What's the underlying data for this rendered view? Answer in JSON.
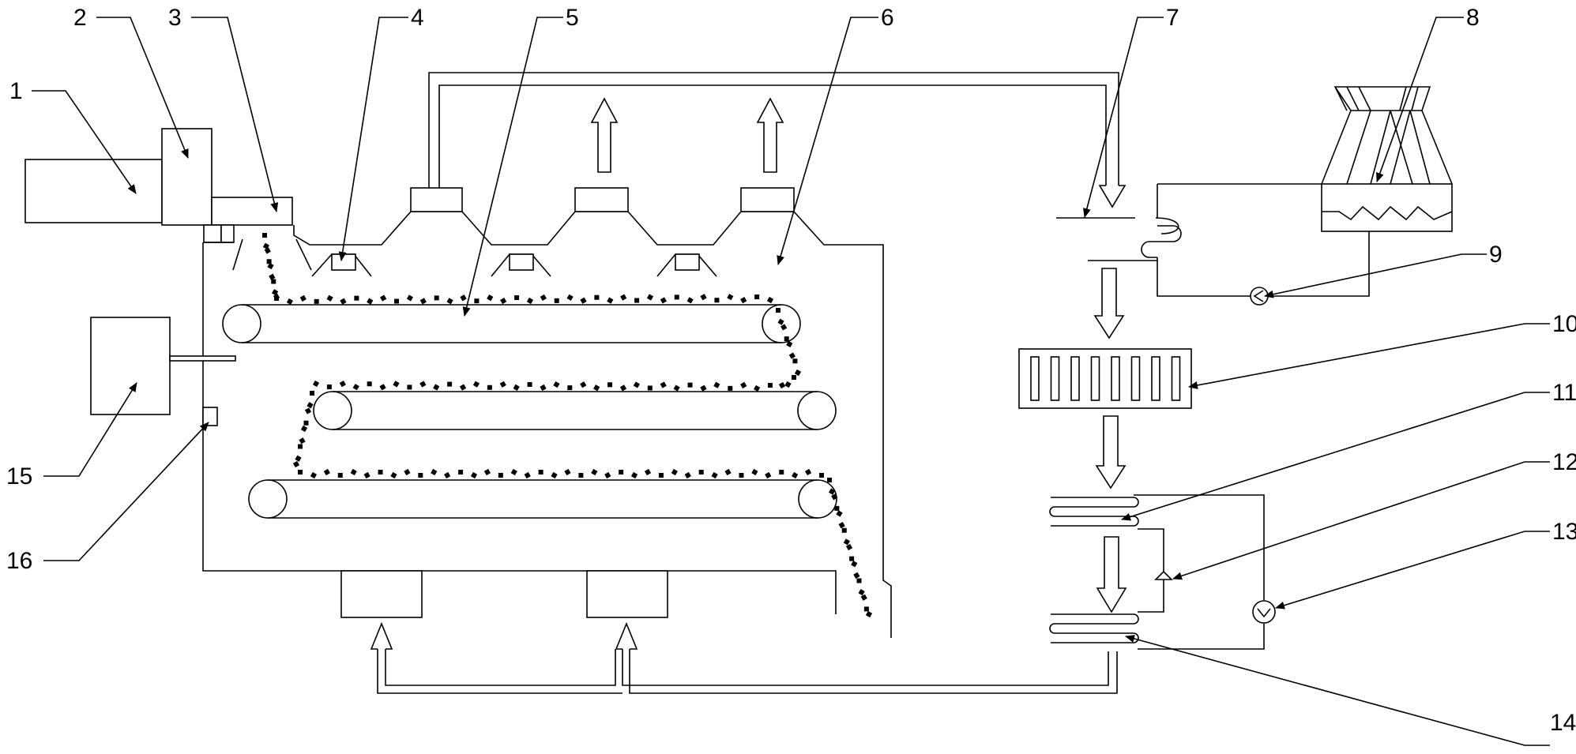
{
  "figure": {
    "labels": [
      {
        "id": "1",
        "text": "1"
      },
      {
        "id": "2",
        "text": "2"
      },
      {
        "id": "3",
        "text": "3"
      },
      {
        "id": "4",
        "text": "4"
      },
      {
        "id": "5",
        "text": "5"
      },
      {
        "id": "6",
        "text": "6"
      },
      {
        "id": "7",
        "text": "7"
      },
      {
        "id": "8",
        "text": "8"
      },
      {
        "id": "9",
        "text": "9"
      },
      {
        "id": "10",
        "text": "10"
      },
      {
        "id": "11",
        "text": "11"
      },
      {
        "id": "12",
        "text": "12"
      },
      {
        "id": "13",
        "text": "13"
      },
      {
        "id": "14",
        "text": "14"
      },
      {
        "id": "15",
        "text": "15"
      },
      {
        "id": "16",
        "text": "16"
      }
    ]
  },
  "colors": {
    "line": "#000000",
    "background": "#ffffff"
  }
}
